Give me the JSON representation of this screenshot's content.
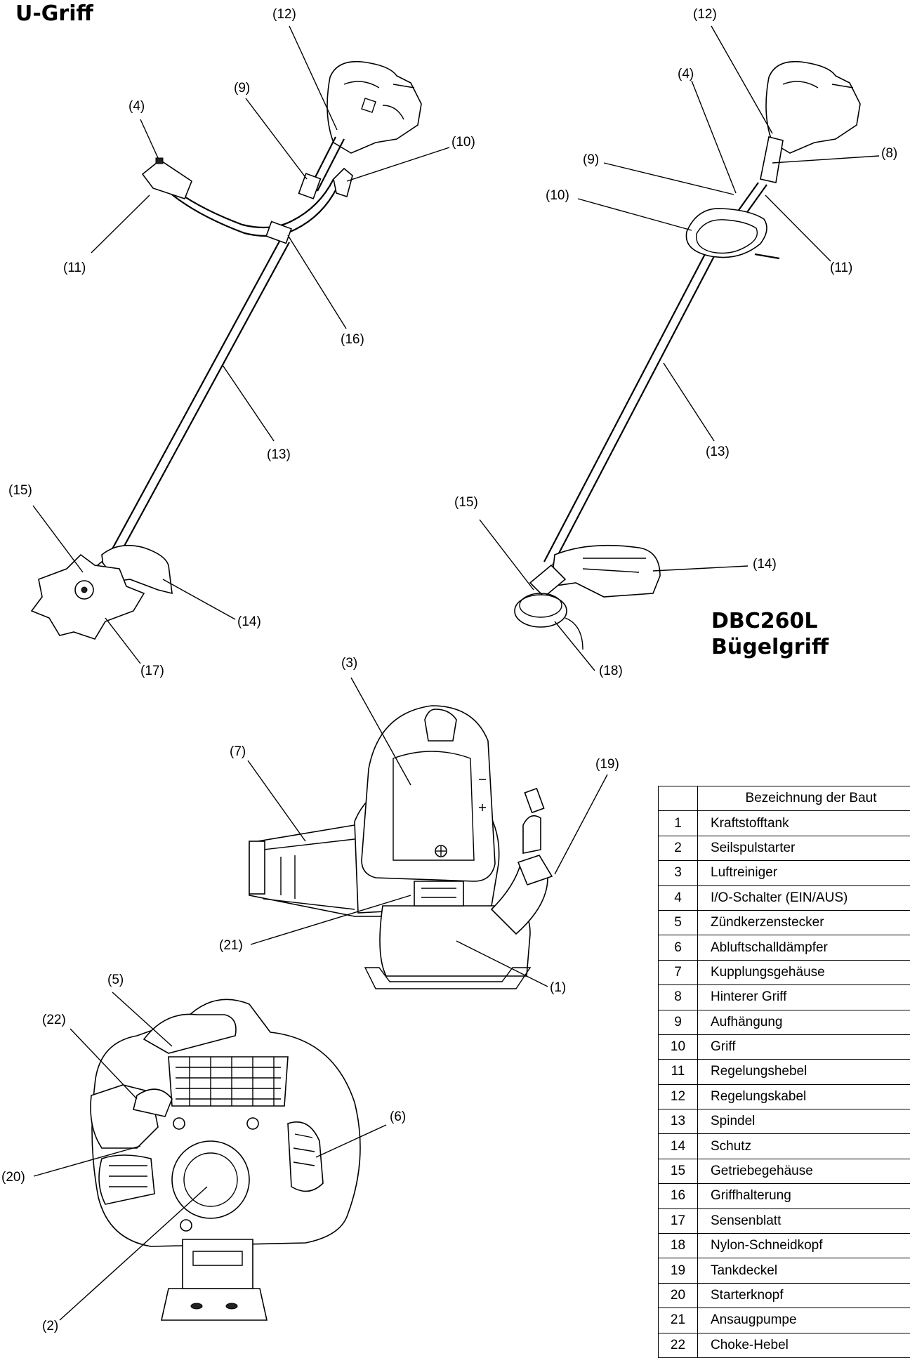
{
  "headings": {
    "u_griff": "U-Griff",
    "model": "DBC260L",
    "buegelgriff": "Bügelgriff"
  },
  "callouts": {
    "u_griff": [
      "(12)",
      "(9)",
      "(10)",
      "(4)",
      "(11)",
      "(16)",
      "(13)",
      "(15)",
      "(14)",
      "(17)"
    ],
    "buegelgriff": [
      "(12)",
      "(4)",
      "(9)",
      "(8)",
      "(10)",
      "(11)",
      "(13)",
      "(15)",
      "(14)",
      "(18)"
    ],
    "engine_side": [
      "(3)",
      "(7)",
      "(19)",
      "(21)",
      "(1)"
    ],
    "engine_front": [
      "(5)",
      "(22)",
      "(6)",
      "(20)",
      "(2)"
    ]
  },
  "parts_table": {
    "header": [
      "",
      "Bezeichnung der Baut"
    ],
    "rows": [
      {
        "num": "1",
        "name": "Kraftstofftank"
      },
      {
        "num": "2",
        "name": "Seilspulstarter"
      },
      {
        "num": "3",
        "name": "Luftreiniger"
      },
      {
        "num": "4",
        "name": "I/O-Schalter (EIN/AUS)"
      },
      {
        "num": "5",
        "name": "Zündkerzenstecker"
      },
      {
        "num": "6",
        "name": "Abluftschalldämpfer"
      },
      {
        "num": "7",
        "name": "Kupplungsgehäuse"
      },
      {
        "num": "8",
        "name": "Hinterer Griff"
      },
      {
        "num": "9",
        "name": "Aufhängung"
      },
      {
        "num": "10",
        "name": "Griff"
      },
      {
        "num": "11",
        "name": "Regelungshebel"
      },
      {
        "num": "12",
        "name": "Regelungskabel"
      },
      {
        "num": "13",
        "name": "Spindel"
      },
      {
        "num": "14",
        "name": "Schutz"
      },
      {
        "num": "15",
        "name": "Getriebegehäuse"
      },
      {
        "num": "16",
        "name": "Griffhalterung"
      },
      {
        "num": "17",
        "name": "Sensenblatt"
      },
      {
        "num": "18",
        "name": "Nylon-Schneidkopf"
      },
      {
        "num": "19",
        "name": "Tankdeckel"
      },
      {
        "num": "20",
        "name": "Starterknopf"
      },
      {
        "num": "21",
        "name": "Ansaugpumpe"
      },
      {
        "num": "22",
        "name": "Choke-Hebel"
      }
    ]
  }
}
